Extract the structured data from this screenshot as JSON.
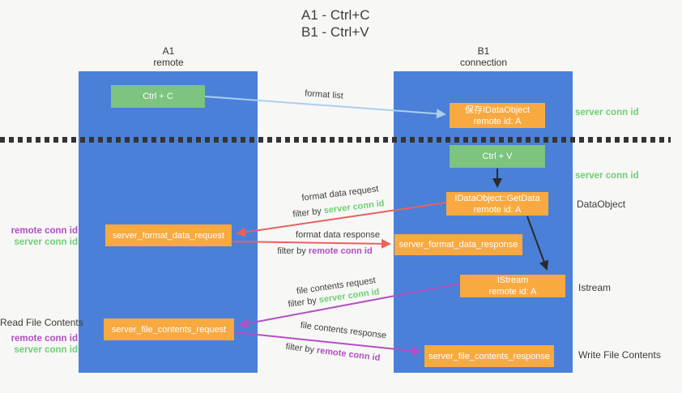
{
  "title": {
    "line1": "A1 - Ctrl+C",
    "line2": "B1 - Ctrl+V"
  },
  "colors": {
    "column_blue": "#4a80d8",
    "box_green": "#7cc47f",
    "box_orange": "#f8a940",
    "arrow_light_blue": "#aacfed",
    "arrow_red": "#e8625f",
    "arrow_purple": "#b44fc4",
    "arrow_black": "#2b2b2b",
    "conn_id_green": "#6fcf73",
    "conn_id_purple": "#b14ec4"
  },
  "columns": {
    "left": {
      "name": "A1",
      "role": "remote"
    },
    "right": {
      "name": "B1",
      "role": "connection"
    }
  },
  "nodes": {
    "ctrl_c": "Ctrl + C",
    "ctrl_v": "Ctrl + V",
    "save_dataobject_line1": "保存IDataObject",
    "save_dataobject_line2": "remote id: A",
    "getdata_line1": "IDataObject::GetData",
    "getdata_line2": "remote id: A",
    "istream_line1": "IStream",
    "istream_line2": "remote id: A",
    "format_request": "server_format_data_request",
    "format_response": "server_format_data_response",
    "file_request": "server_file_contents_request",
    "file_response": "server_file_contents_response"
  },
  "arrow_labels": {
    "format_list": "format list",
    "format_data_request": "format data request",
    "format_data_response": "format data response",
    "file_contents_request": "file contents request",
    "file_contents_response": "file contents response",
    "filter_by": "filter by",
    "server_conn_id": "server conn id",
    "remote_conn_id": "remote conn id"
  },
  "side_labels": {
    "server_conn_id": "server conn id",
    "remote_conn_id": "remote conn id",
    "dataobject": "DataObject",
    "istream": "Istream",
    "read_file_contents": "Read File Contents",
    "write_file_contents": "Write File Contents"
  }
}
